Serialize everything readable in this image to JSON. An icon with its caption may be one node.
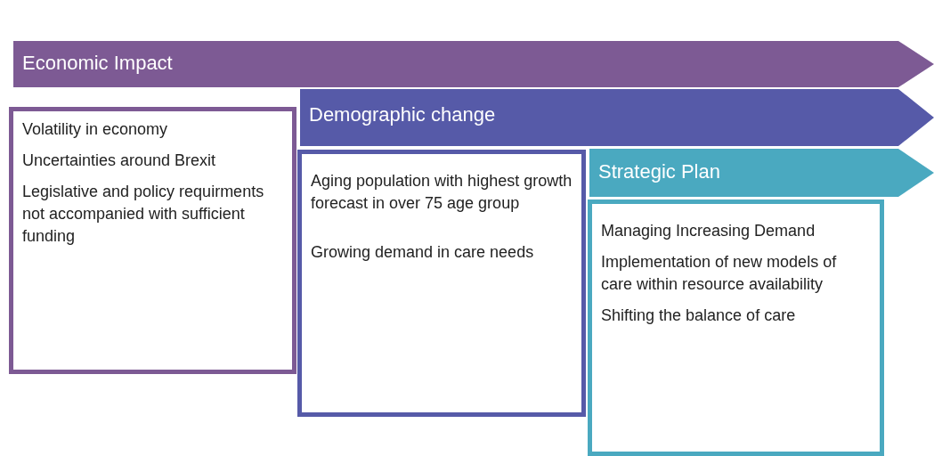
{
  "diagram": {
    "nodes": [
      {
        "text": [
          "Economic Impact"
        ]
      },
      {
        "text": [
          "Volatility in economy",
          "Uncertainties around Brexit",
          "Legislative and policy requirments not accompanied with sufficient funding"
        ]
      },
      {
        "text": [
          "Demographic change"
        ]
      },
      {
        "text": [
          "Aging population with highest growth forecast in over 75 age group",
          "Growing demand in care needs"
        ]
      },
      {
        "text": [
          "Strategic Plan"
        ]
      },
      {
        "text": [
          "Managing Increasing Demand",
          "Implementation of new models of care within resource availability",
          "Shifting the balance of care"
        ]
      }
    ]
  }
}
